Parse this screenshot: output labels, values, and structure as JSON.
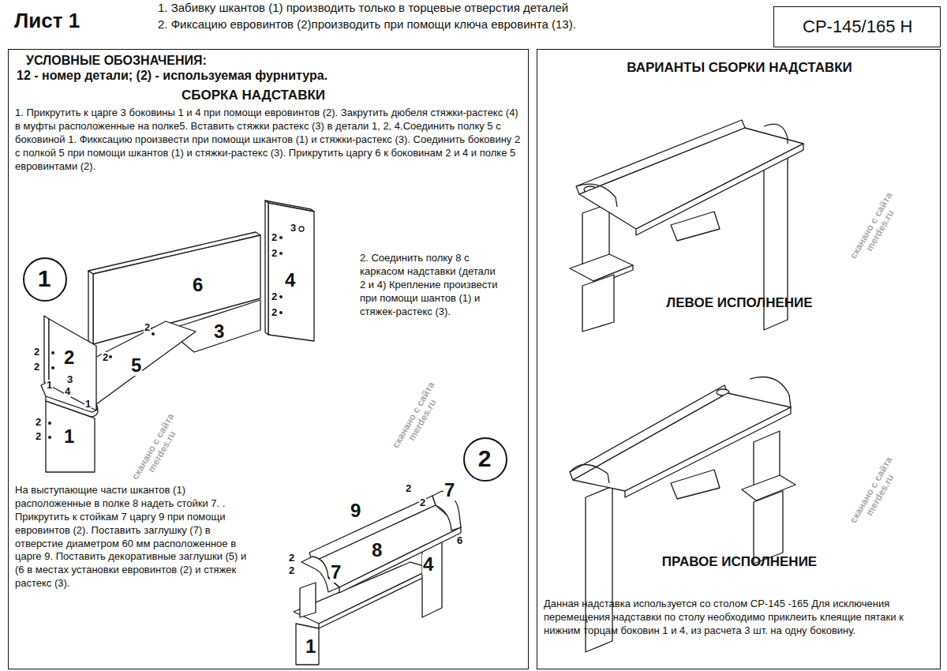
{
  "diagram": {
    "nodes": [
      {
        "text": [
          "СР-145/165 Н"
        ]
      },
      {
        "text": [
          "УСЛОВНЫЕ ОБОЗНАЧЕНИЯ:",
          "12 - номер детали; (2) - используемая фурнитура.",
          "СБОРКА НАДСТАВКИ",
          "1. Прикрутить к царге 3 боковины 1 и 4 при помощи евровинтов (2). Закрутить дюбеля стяжки-растекс (4) в муфты расположенные на полке5. Вставить стяжки растекс (3) в детали 1, 2, 4.Соединить полку 5 с боковиной 1. Фикксацию произвести при помощи шкантов (1) и стяжки-растекс (3). Соединить боковину 2 с полкой 5 при помощи шкантов (1) и стяжки-растекс (3). Прикрутить царгу 6 к боковинам 2 и 4 и полке 5 евровинтами (2).",
          "2. Соединить полку 8 с каркасом надставки (детали 2 и 4) Крепление произвести при помощи шантов (1) и стяжек-растекс (3).",
          "На выступающие части шкантов (1) расположенные в полке 8 надеть стойки 7. . Прикрутить к стойкам 7 царгу 9 при помощи евровинтов (2). Поставить заглушку (7) в отверстие диаметром 60 мм расположенное в царге 9. Поставить декоративные заглушки (5) и (6 в местах установки евровинтов (2) и стяжек растекс (3)."
        ]
      },
      {
        "text": [
          "1"
        ],
        "in": 1
      },
      {
        "text": [
          "2"
        ],
        "in": 1
      },
      {
        "text": [
          "ВАРИАНТЫ СБОРКИ НАДСТАВКИ",
          "ЛЕВОЕ ИСПОЛНЕНИЕ",
          "ПРАВОЕ ИСПОЛНЕНИЕ",
          "Данная надставка используется со столом СР-145 -165 Для исключения перемещения надставки по столу необходимо приклеить клеящие пятаки к нижним торцам боковин 1 и 4, из расчета 3 шт. на одну боковину."
        ]
      }
    ],
    "labels": [
      "Лист 1",
      "1. Забивку шкантов (1) производить только в торцевые отверстия деталей",
      "2. Фиксацию евровинтов (2)производить при помощи ключа евровинта (13).",
      "6",
      "3",
      "5",
      "2",
      "1",
      "4",
      "2",
      "2",
      "2",
      "2",
      "1",
      "3",
      "4",
      "1",
      "2",
      "2",
      "3",
      "2",
      "2",
      "2",
      "2",
      "9",
      "8",
      "7",
      "7",
      "4",
      "1",
      "2",
      "2",
      "6",
      "2",
      "2",
      "сканано с сайта merdes.ru",
      "сканано с сайта merdes.ru",
      "сканано с сайта merdes.ru",
      "сканано с сайта merdes.ru"
    ]
  }
}
